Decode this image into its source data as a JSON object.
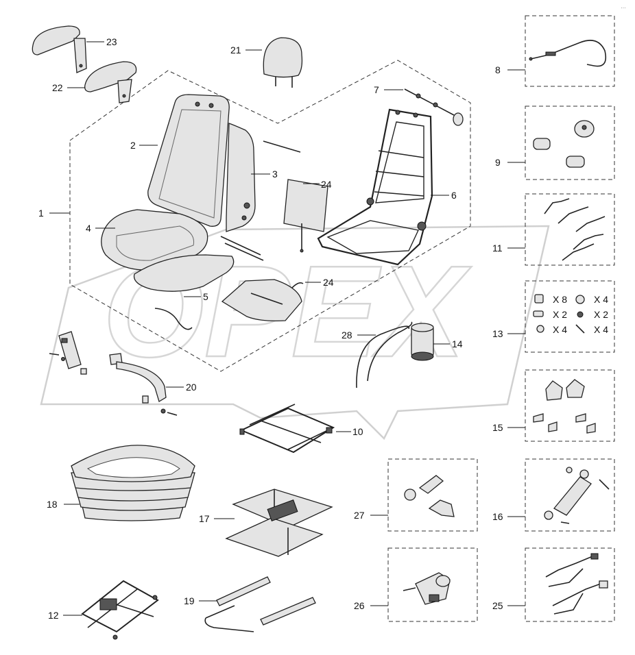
{
  "corner_mark": "…",
  "watermark": "OPEX",
  "callouts": {
    "c1": "1",
    "c2": "2",
    "c3": "3",
    "c4": "4",
    "c5": "5",
    "c6": "6",
    "c7": "7",
    "c8": "8",
    "c9": "9",
    "c10": "10",
    "c11": "11",
    "c12": "12",
    "c13": "13",
    "c14": "14",
    "c15": "15",
    "c16": "16",
    "c17": "17",
    "c18": "18",
    "c19": "19",
    "c20": "20",
    "c21": "21",
    "c22": "22",
    "c23": "23",
    "c24a": "24",
    "c24b": "24",
    "c25": "25",
    "c26": "26",
    "c27": "27",
    "c28": "28"
  },
  "kit13_quantities": {
    "q1": "X 8",
    "q2": "X 4",
    "q3": "X 2",
    "q4": "X 2",
    "q5": "X 4",
    "q6": "X 4"
  }
}
